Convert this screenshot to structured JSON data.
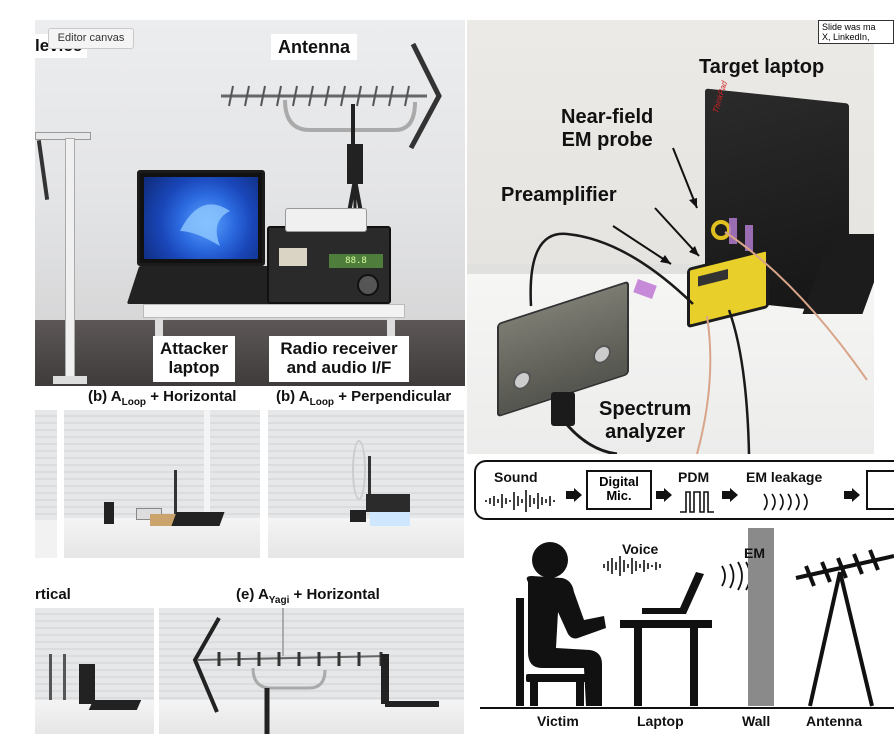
{
  "editor": {
    "tag": "Editor canvas"
  },
  "note": {
    "line1": "Slide was ma",
    "line2": "X, LinkedIn,"
  },
  "top_left": {
    "device_label": "levice",
    "antenna_label": "Antenna",
    "attacker_line1": "Attacker",
    "attacker_line2": "laptop",
    "radio_line1": "Radio receiver",
    "radio_line2": "and audio I/F",
    "radio_display": "88.8"
  },
  "top_right": {
    "target": "Target laptop",
    "probe_line1": "Near-field",
    "probe_line2": "EM probe",
    "preamp": "Preamplifier",
    "spectrum_line1": "Spectrum",
    "spectrum_line2": "analyzer",
    "brand": "ThinkPad"
  },
  "middle": {
    "caption_b1_pre": "(b) A",
    "caption_b1_sub": "Loop",
    "caption_b1_post": " + Horizontal",
    "caption_b2_pre": "(b) A",
    "caption_b2_sub": "Loop",
    "caption_b2_post": " + Perpendicular"
  },
  "bottom": {
    "caption_left": "rtical",
    "caption_e_pre": "(e) A",
    "caption_e_sub": "Yagi",
    "caption_e_post": " + Horizontal"
  },
  "diagram": {
    "sound": "Sound",
    "digital_line1": "Digital",
    "digital_line2": "Mic.",
    "pdm": "PDM",
    "em_leakage": "EM leakage",
    "voice": "Voice",
    "em": "EM",
    "labels": {
      "victim": "Victim",
      "laptop": "Laptop",
      "wall": "Wall",
      "antenna": "Antenna"
    }
  }
}
